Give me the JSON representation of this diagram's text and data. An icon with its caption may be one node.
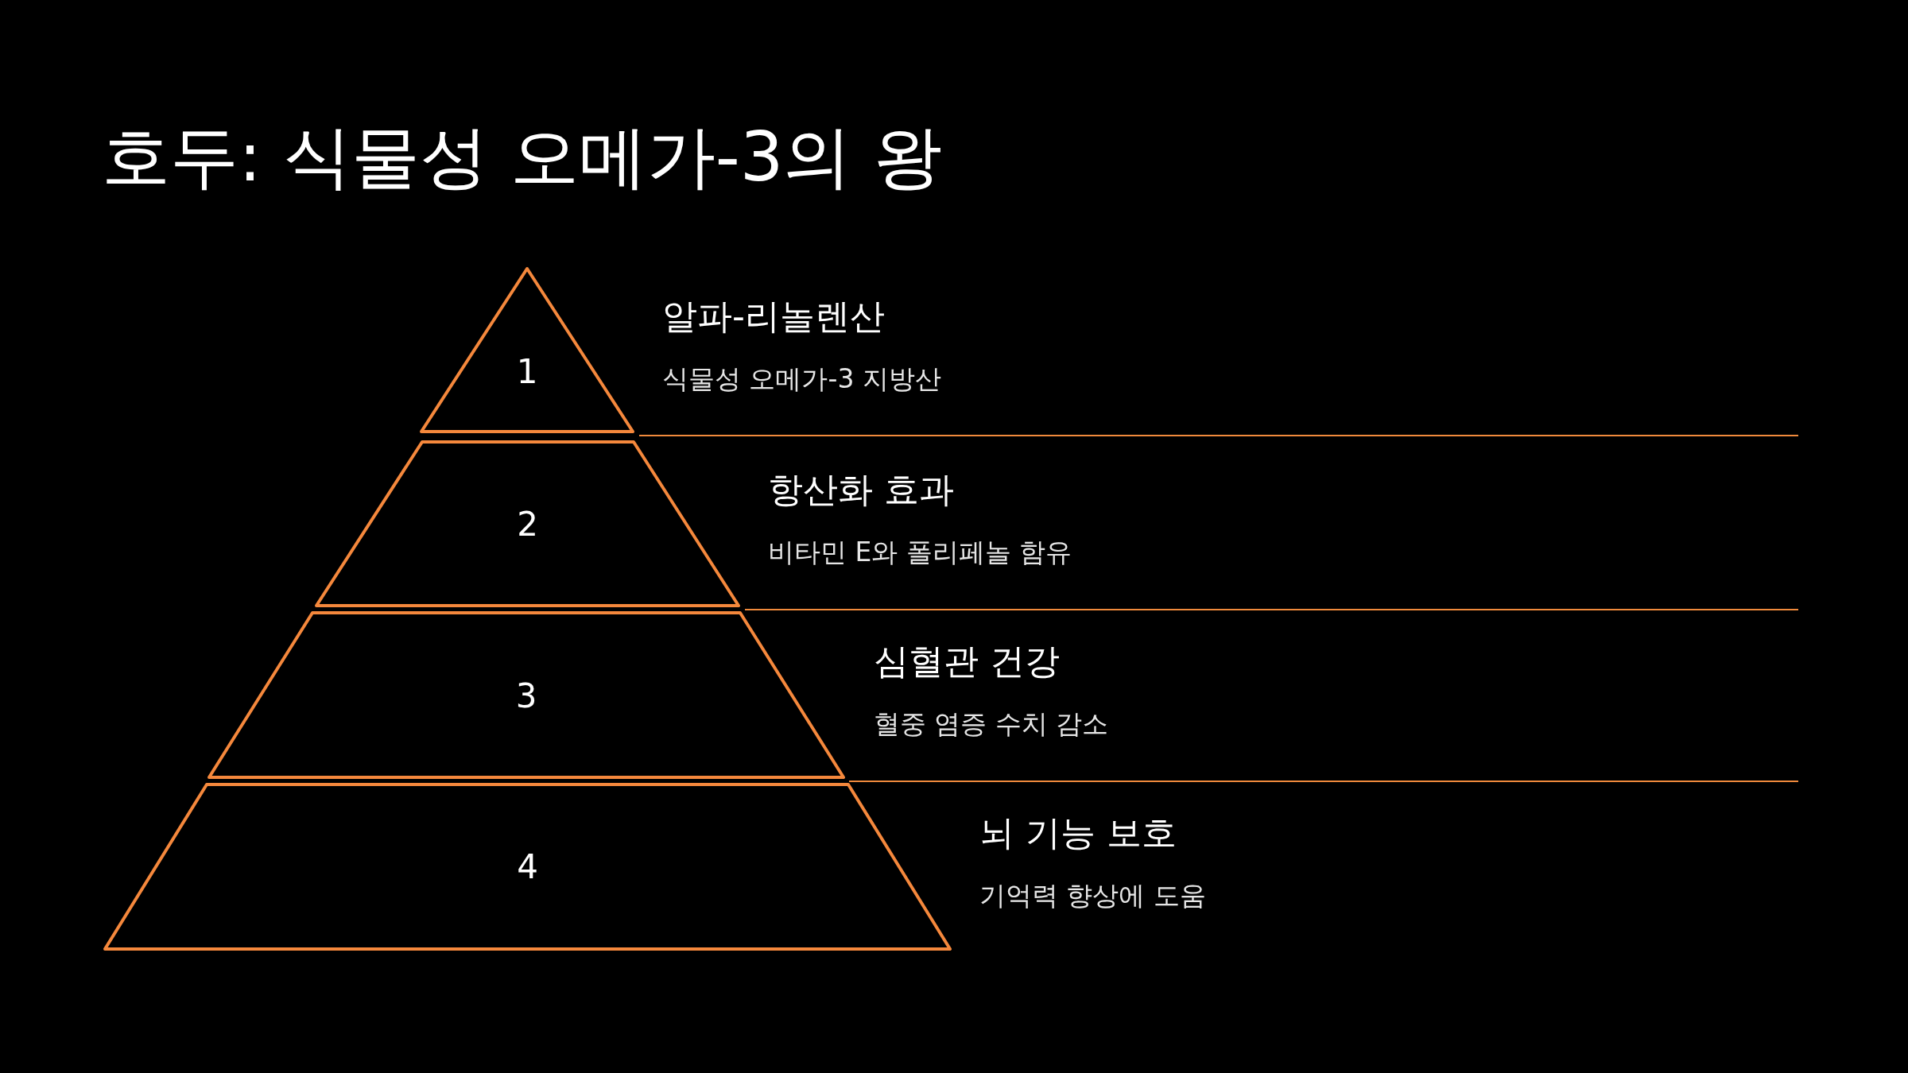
{
  "diagram": {
    "title": "호두: 식물성 오메가-3의 왕",
    "nodes": [
      {
        "text": [
          "1"
        ],
        "beside": [
          "알파-리놀렌산",
          "식물성 오메가-3 지방산"
        ]
      },
      {
        "text": [
          "2"
        ],
        "beside": [
          "항산화 효과",
          "비타민 E와 폴리페놀 함유"
        ]
      },
      {
        "text": [
          "3"
        ],
        "beside": [
          "심혈관 건강",
          "혈중 염증 수치 감소"
        ]
      },
      {
        "text": [
          "4"
        ],
        "beside": [
          "뇌 기능 보호",
          "기억력 향상에 도움"
        ]
      }
    ]
  }
}
